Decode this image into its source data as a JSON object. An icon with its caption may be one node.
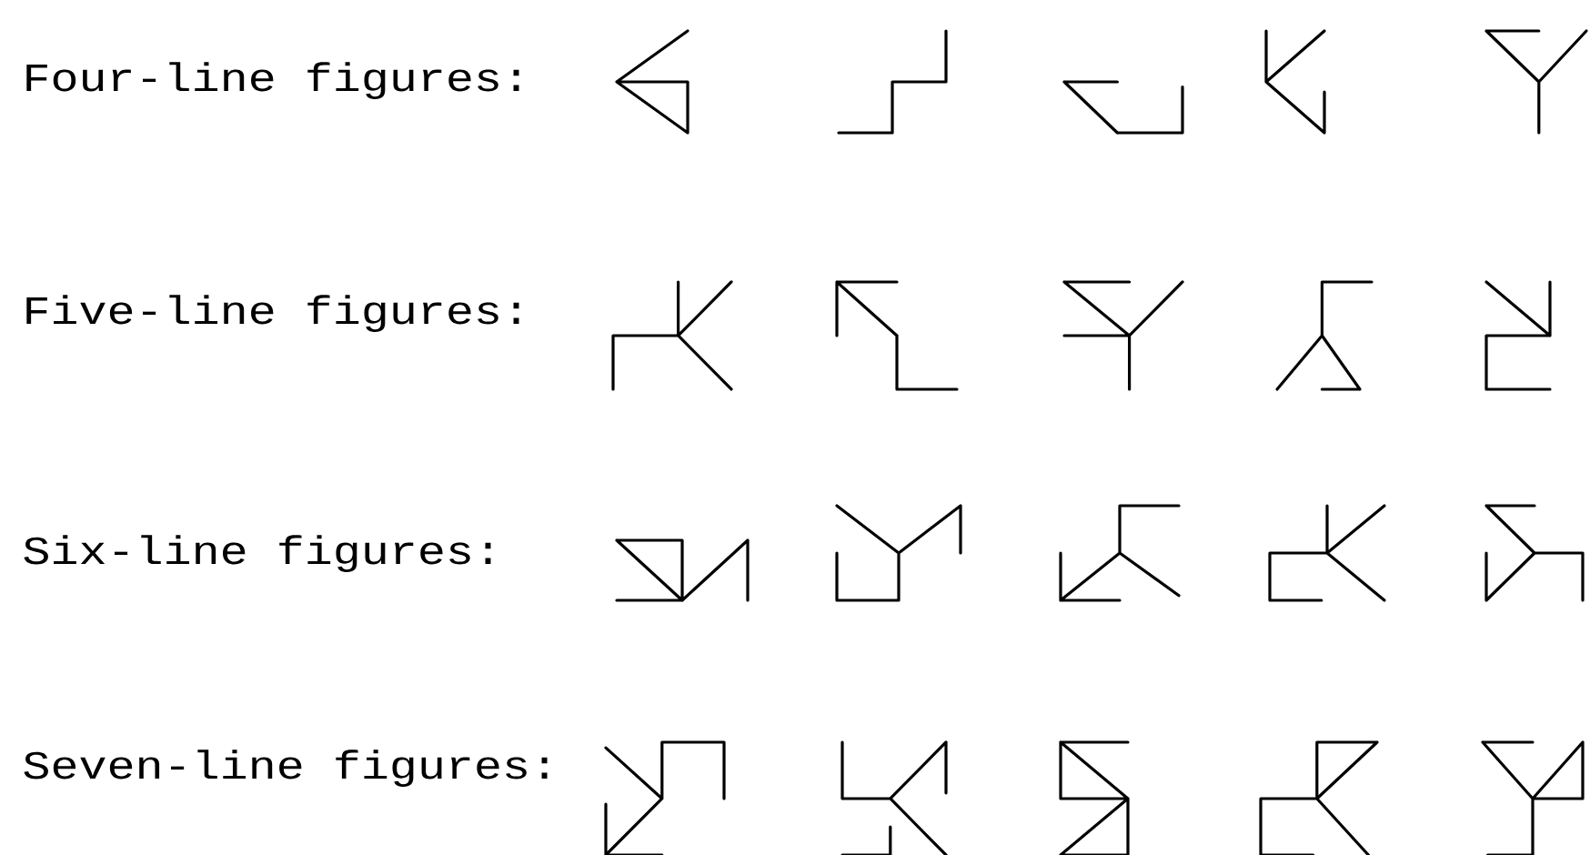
{
  "diagram": {
    "labels": [
      "Four-line figures:",
      "Five-line figures:",
      "Six-line figures:",
      "Seven-line figures:"
    ]
  }
}
